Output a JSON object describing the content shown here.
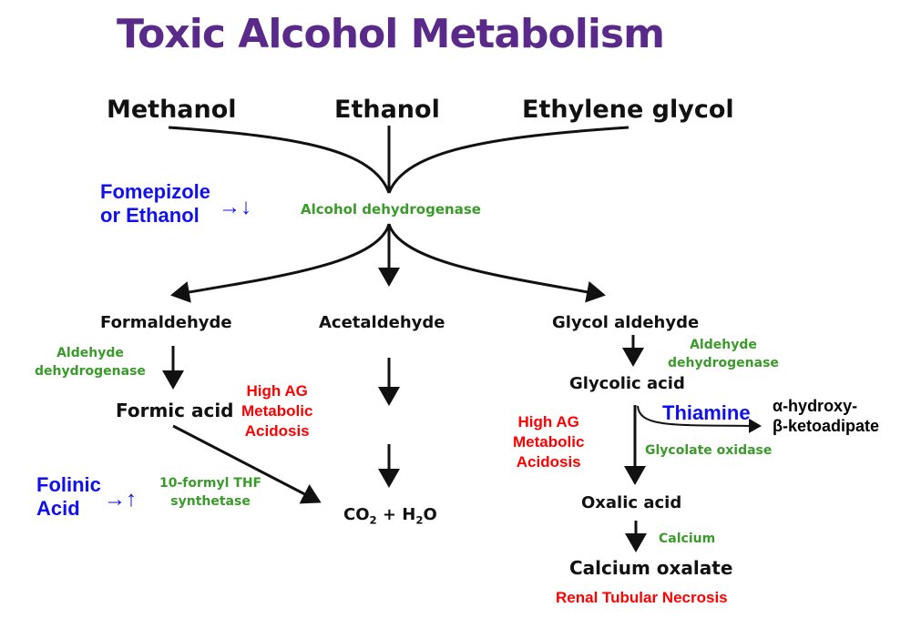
{
  "title": "Toxic Alcohol Metabolism",
  "alcohols": {
    "methanol": "Methanol",
    "ethanol": "Ethanol",
    "ethylene_glycol": "Ethylene glycol"
  },
  "antidote_adh": {
    "line1": "Fomepizole",
    "line2": "or Ethanol",
    "arrows": "→↓"
  },
  "enzymes": {
    "adh": "Alcohol dehydrogenase",
    "aldh_left": {
      "line1": "Aldehyde",
      "line2": "dehydrogenase"
    },
    "aldh_right": {
      "line1": "Aldehyde",
      "line2": "dehydrogenase"
    },
    "thf": {
      "line1": "10-formyl THF",
      "line2": "synthetase"
    },
    "glycolate_oxidase": "Glycolate oxidase",
    "calcium": "Calcium"
  },
  "intermediates": {
    "formaldehyde": "Formaldehyde",
    "acetaldehyde": "Acetaldehyde",
    "glycol_aldehyde": "Glycol aldehyde",
    "formic_acid": "Formic acid",
    "co2_h2o": {
      "a": "CO",
      "a_sub": "2",
      "plus": " + H",
      "b_sub": "2",
      "b": "O"
    },
    "glycolic_acid": "Glycolic acid",
    "oxalic_acid": "Oxalic acid",
    "calcium_oxalate": "Calcium oxalate"
  },
  "effects": {
    "acidosis_left": {
      "line1": "High AG",
      "line2": "Metabolic",
      "line3": "Acidosis"
    },
    "acidosis_right": {
      "line1": "High AG",
      "line2": "Metabolic",
      "line3": "Acidosis"
    },
    "renal": "Renal Tubular Necrosis"
  },
  "folinic": {
    "line1": "Folinic",
    "line2": "Acid",
    "arrows": "→↑"
  },
  "thiamine": {
    "label": "Thiamine",
    "product_line1": "α-hydroxy-",
    "product_line2": "β-ketoadipate"
  }
}
